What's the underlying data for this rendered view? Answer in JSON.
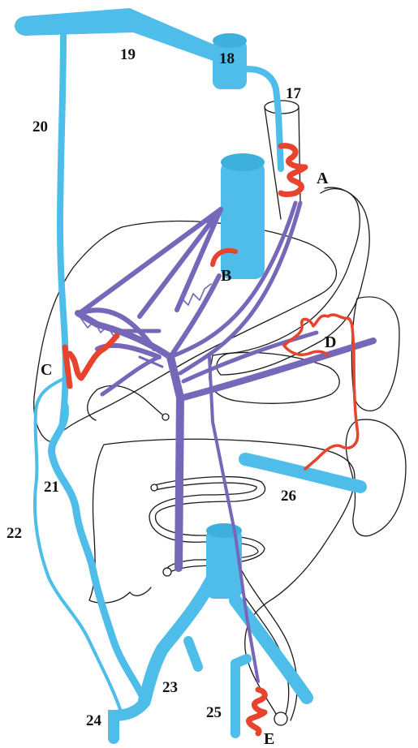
{
  "colors": {
    "vein": "#4fbde9",
    "artery": "#7767b9",
    "anastomosis": "#e8432e",
    "outline": "#1a1a1a"
  },
  "labels": {
    "n17": "17",
    "n18": "18",
    "n19": "19",
    "n20": "20",
    "n21": "21",
    "n22": "22",
    "n23": "23",
    "n24": "24",
    "n25": "25",
    "n26": "26",
    "A": "A",
    "B": "B",
    "C": "C",
    "D": "D",
    "E": "E"
  }
}
